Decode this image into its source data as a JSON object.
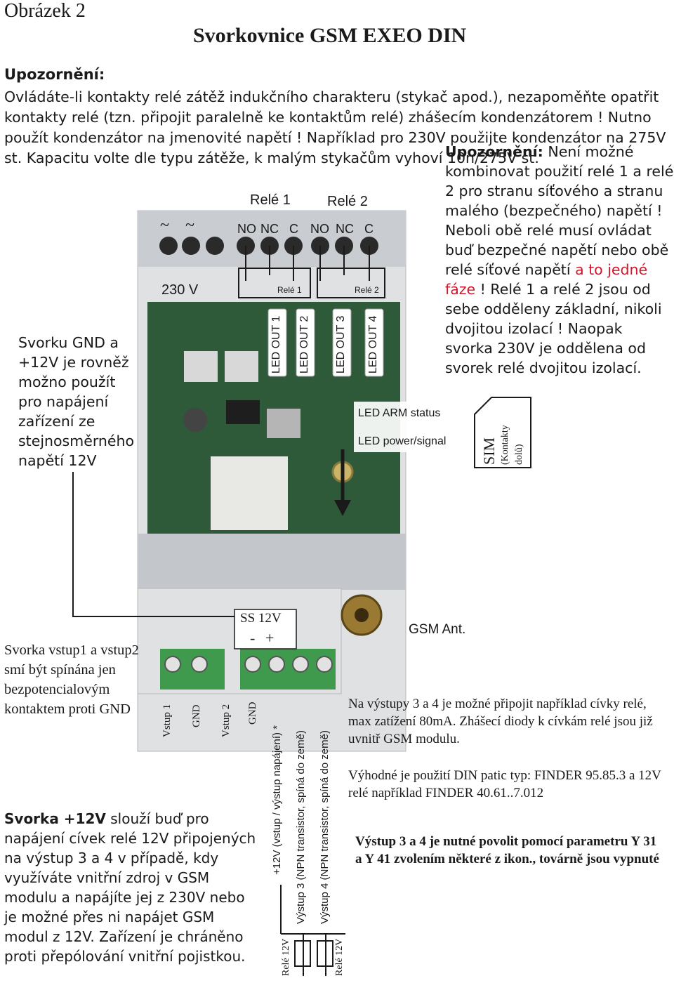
{
  "figure_label": "Obrázek 2",
  "title": "Svorkovnice GSM EXEO DIN",
  "warning": {
    "heading": "Upozornění:",
    "body": "Ovládáte-li kontakty relé zátěž indukčního charakteru (stykač apod.), nezapoměňte opatřit kontakty relé (tzn. připojit paralelně ke kontaktům relé) zhášecím kondenzátorem ! Nutno použít kondenzátor na jmenovité napětí ! Například  pro 230V použijte kondenzátor na 275V st. Kapacitu volte dle typu zátěže, k malým stykačům vyhoví 10n/275V st."
  },
  "right_note": {
    "heading": "Upozornění:",
    "part1": " Není možné kombinovat použití relé 1 a relé 2 pro stranu síťového a stranu malého (bezpečného) napětí ! Neboli obě relé musí ovládat buď bezpečné napětí nebo obě relé síťové napětí ",
    "red": "a to jedné fáze",
    "part2": " ! Relé 1 a relé 2 jsou od sebe odděleny základní, nikoli dvojitou izolací ! Naopak svorka 230V je oddělena od svorek relé dvojitou izolací."
  },
  "left_note": "Svorku GND a +12V je rovněž možno použít pro napájení zařízení ze stejnosměrného napětí 12V",
  "top_terminal": {
    "rele1": "Relé 1",
    "rele2": "Relé 2",
    "tilde1": "~",
    "tilde2": "~",
    "no1": "NO",
    "nc1": "NC",
    "c1": "C",
    "no2": "NO",
    "nc2": "NC",
    "c2": "C",
    "v230": "230 V",
    "small_rele1": "Relé 1",
    "small_rele2": "Relé 2"
  },
  "leds": [
    "LED OUT 1",
    "LED OUT 2",
    "LED OUT 3",
    "LED OUT 4"
  ],
  "led_arm": "LED ARM status",
  "led_power": "LED power/signal",
  "sim": {
    "label": "SIM",
    "sub1": "(Kontakty",
    "sub2": "dolů)"
  },
  "bottom_terminal": {
    "ss12v": "SS 12V",
    "minus": "-",
    "plus": "+",
    "gsm_ant": "GSM Ant.",
    "vstup1": "Vstup 1",
    "gnd1": "GND",
    "vstup2": "Vstup 2",
    "gnd2": "GND",
    "plus12v": "+12V (vstup / výstup napájení) *",
    "vystup3": "Výstup 3 (NPN transistor, spíná do země)",
    "vystup4": "Výstup 4 (NPN transistor, spíná do země)",
    "rele12v_a": "Relé 12V",
    "rele12v_b": "Relé 12V"
  },
  "bottom_left_note": "Svorka vstup1 a vstup2 smí být spínána jen bezpotencialovým kontaktem proti GND",
  "bottom_note": {
    "bold": "Svorka +12V",
    "text": " slouží buď pro napájení cívek relé 12V připojených na výstup 3  a 4 v případě, kdy využíváte vnitřní zdroj v GSM modulu a napájíte jej z 230V nebo je možné přes ni napájet GSM modul z 12V. Zařízení je chráněno proti přepólování vnitřní pojistkou."
  },
  "outputs_note": "Na výstupy 3 a 4  je možné připojit například cívky relé, max zatížení  80mA. Zhášecí diody k cívkám relé jsou již uvnitř GSM modulu.",
  "finder_note": "Výhodné je použití DIN patic typ: FINDER 95.85.3 a 12V relé například FINDER 40.61..7.012",
  "enable_note": "Výstup 3 a 4 je nutné povolit pomocí parametru Y 31 a Y 41 zvolením některé z ikon., továrně jsou vypnuté",
  "colors": {
    "housing": "#dcdee0",
    "pcb": "#2f5a3a",
    "terminal_green": "#3f9a4e",
    "accent_red": "#d3172b"
  }
}
